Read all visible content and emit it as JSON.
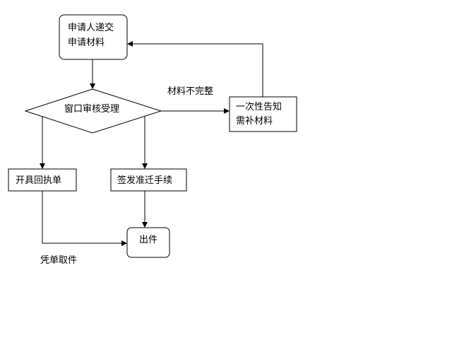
{
  "nodes": {
    "apply": {
      "line1": "申请人递交",
      "line2": "申请材料"
    },
    "review": {
      "label": "窗口审核受理"
    },
    "notify": {
      "line1": "一次性告知",
      "line2": "需补材料"
    },
    "receipt": {
      "label": "开具回执单"
    },
    "approve": {
      "label": "签发准迁手续"
    },
    "issue": {
      "label": "出件"
    }
  },
  "edges": {
    "incomplete_label": "材料不完整",
    "pickup_label": "凭单取件"
  }
}
